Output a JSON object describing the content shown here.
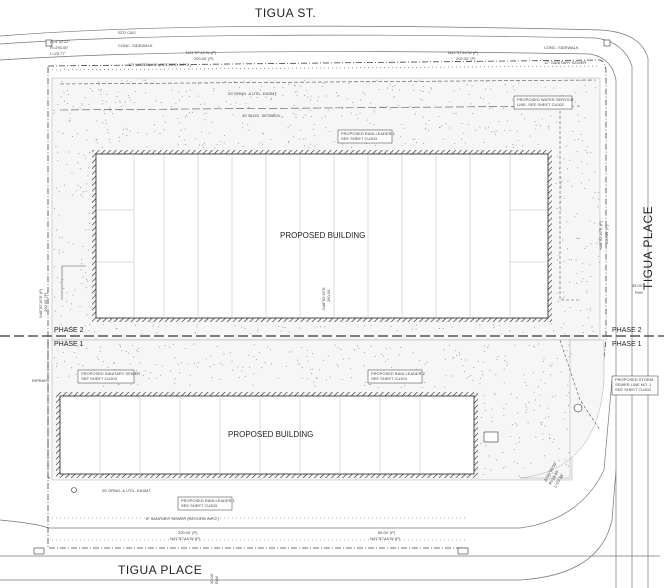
{
  "streets": {
    "north": "TIGUA ST.",
    "south": "TIGUA PLACE",
    "east": "TIGUA PLACE"
  },
  "buildings": {
    "upper": "PROPOSED BUILDING",
    "lower": "PROPOSED BUILDING"
  },
  "phases": {
    "phase2_left": "PHASE 2",
    "phase1_left": "PHASE 1",
    "phase2_right": "PHASE 2",
    "phase1_right": "PHASE 1"
  },
  "top_notes": {
    "std_cg": "STD C&G",
    "conc_sidewalk_left": "CONC. SIDEWALK",
    "conc_sidewalk_right": "CONC. SIDEWALK",
    "waterline": "12\" WATERLINE (RECORD INFO.)",
    "bearing_left": "N41°57'44\"W (P)",
    "dist_left": "200.00' (P)",
    "bearing_right": "N41°57'44\"W (P)",
    "dist_right": "200.00' (P)",
    "curve_delta": "Δ=5°02'22\"",
    "curve_radius": "R=293.00'",
    "curve_length": "L=25.77'",
    "util_easement": "20' DRNG. & UTIL. EASMT.",
    "bldg_setback": "40' BLDG. SETBACK",
    "sanitary_top": "12\" SANITARY SEWER"
  },
  "callouts": {
    "rain_leader_1": [
      "PROPOSED RAIN LEADER 1",
      "SEE SHEET CU303"
    ],
    "water_service": [
      "PROPOSED WATER SERVICE",
      "LINE, SEE SHEET CU302"
    ],
    "sanitary_sewer": [
      "PROPOSED SANITARY SEWER",
      "SEE SHEET CU303"
    ],
    "rain_leader_2": [
      "PROPOSED RAIN LEADER 2",
      "SEE SHEET CU304"
    ],
    "storm_sewer": [
      "PROPOSED STORM",
      "SEWER LINE NO. 1",
      "SEE SHEET CU302"
    ],
    "rain_leader_bottom": [
      "PROPOSED RAIN LEADER 1",
      "SEE SHEET CU303"
    ]
  },
  "side_notes": {
    "west_bearing": "N48°02'16\"E (P)",
    "west_dist": "200.00' (P)",
    "center_bearing": "N48°02'16\"E",
    "center_dist": "260.00'",
    "east_bearing": "N48°02'16\"E (P)",
    "east_dist": "200.00' (P)",
    "row_width_east": "35.00'",
    "row_label_east": "R/W",
    "riprap": "RIPRAP"
  },
  "bottom_notes": {
    "util_easement": "20' DRNG. & UTIL. EASMT.",
    "sanitary_record": "8\" SANITARY SEWER (RECORD INFO.)",
    "bearing_left": "N41°57'44\"W (P)",
    "dist_left": "200.00' (P)",
    "bearing_right": "N41°57'44\"W (P)",
    "dist_right": "85.00' (P)",
    "row_width": "30.00'",
    "row_label": "R/W",
    "curve": [
      "Δ=90°00'00\"",
      "R=15.00'",
      "L=23.56'"
    ]
  }
}
